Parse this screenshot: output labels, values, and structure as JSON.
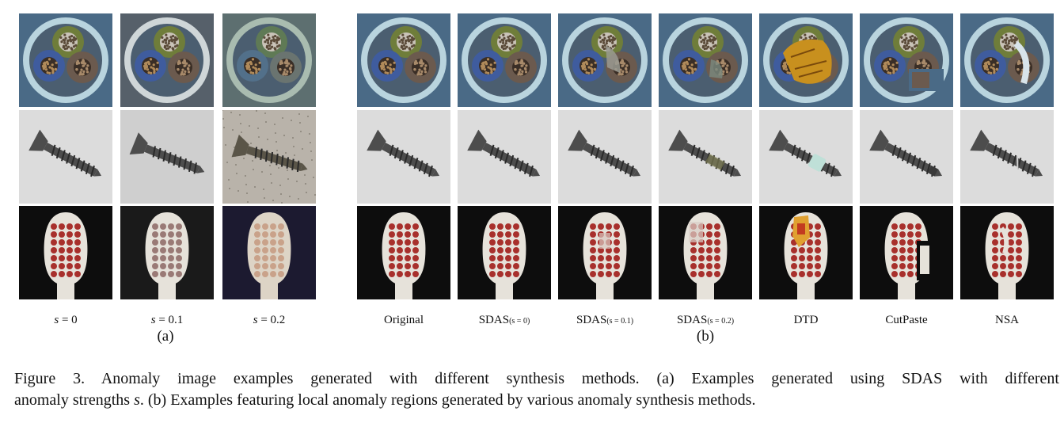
{
  "figure": {
    "panel_a": {
      "label": "(a)",
      "columns": [
        {
          "prefix": "",
          "var": "s",
          "rest": " = 0"
        },
        {
          "prefix": "",
          "var": "s",
          "rest": " = 0.1"
        },
        {
          "prefix": "",
          "var": "s",
          "rest": " = 0.2"
        }
      ]
    },
    "panel_b": {
      "label": "(b)",
      "columns": [
        {
          "main": "Original",
          "sub": ""
        },
        {
          "main": "SDAS",
          "sub": "(s = 0)"
        },
        {
          "main": "SDAS",
          "sub": "(s = 0.1)"
        },
        {
          "main": "SDAS",
          "sub": "(s = 0.2)"
        },
        {
          "main": "DTD",
          "sub": ""
        },
        {
          "main": "CutPaste",
          "sub": ""
        },
        {
          "main": "NSA",
          "sub": ""
        }
      ]
    },
    "rows": [
      "cable",
      "screw",
      "toothbrush"
    ]
  },
  "caption": {
    "line1": "Figure 3.  Anomaly image examples generated with different synthesis methods.  (a) Examples generated using SDAS with different",
    "line2_pre": "anomaly strengths ",
    "line2_var": "s",
    "line2_post": ". (b) Examples featuring local anomaly regions generated by various anomaly synthesis methods."
  },
  "colors": {
    "cable_bg": "#4a6a86",
    "cable_ring": "#b9d4de",
    "wire_green": "#6f7d3a",
    "wire_blue": "#3f5c9e",
    "wire_brown": "#6b5a4e",
    "screw_bg": "#dcdcdc",
    "screw_body": "#4d4d4d",
    "brush_bg": "#0d0d0d",
    "brush_head": "#e6e2da",
    "bristle_red": "#a8302c",
    "dtd_gold": "#c8901e"
  }
}
